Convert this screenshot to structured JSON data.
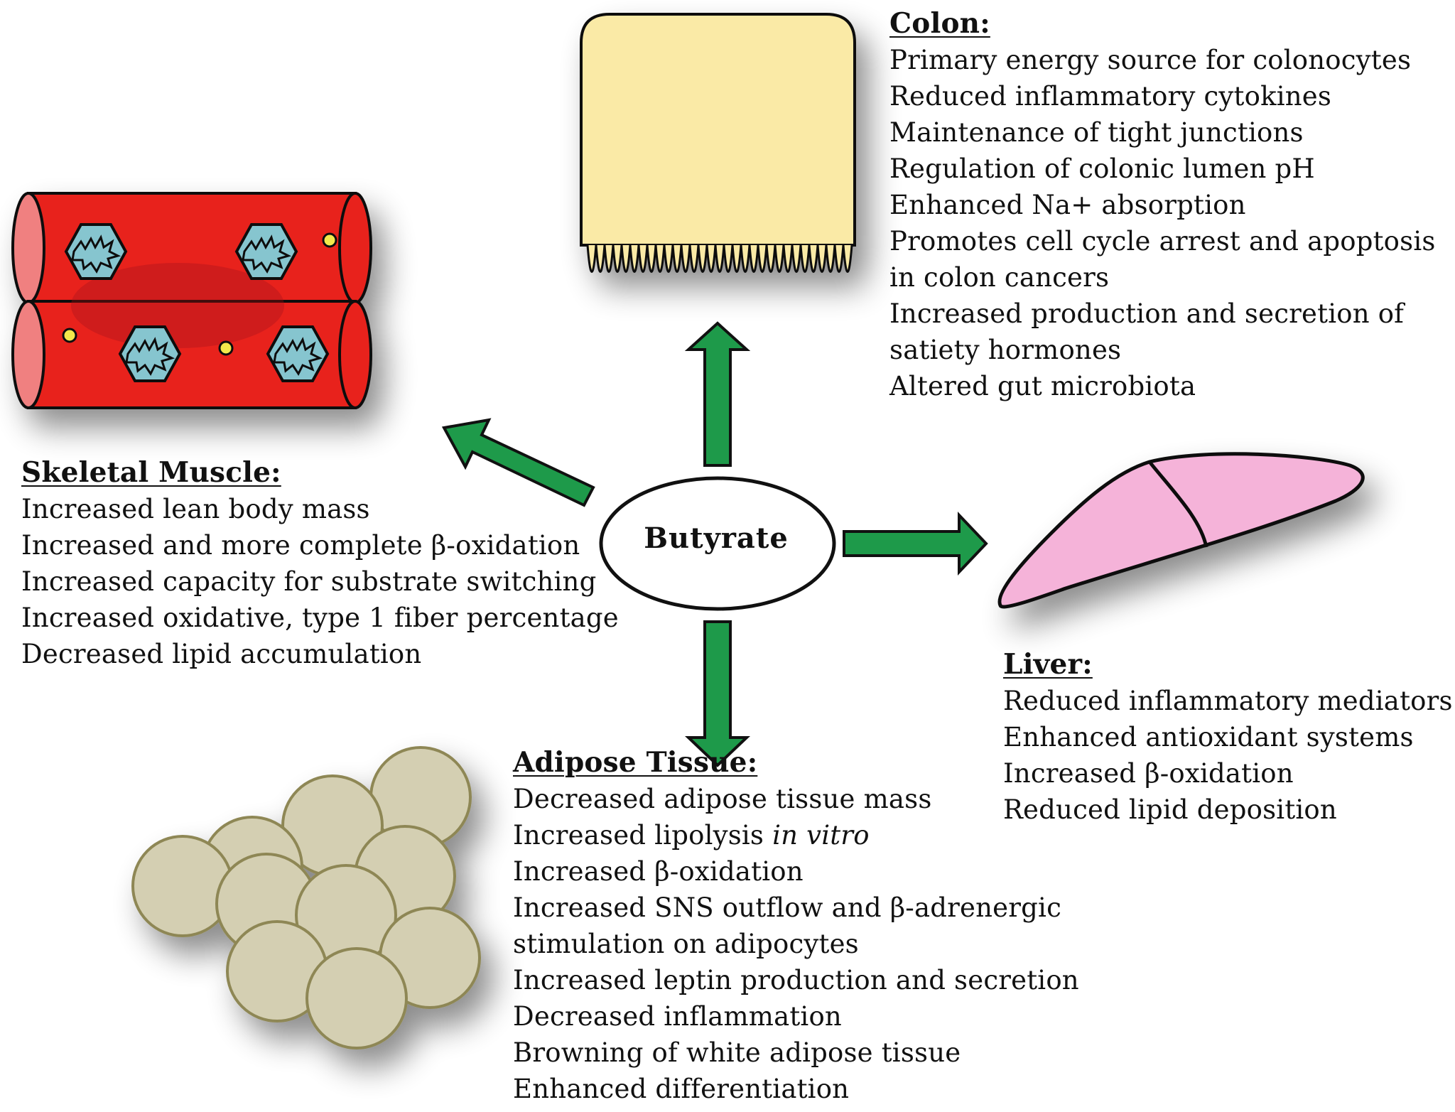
{
  "center": {
    "label": "Butyrate"
  },
  "colon": {
    "heading": "Colon:",
    "items": [
      "Primary energy source for colonocytes",
      "Reduced inflammatory cytokines",
      "Maintenance of tight junctions",
      "Regulation of colonic lumen pH",
      "Enhanced Na+ absorption",
      "Promotes cell cycle arrest and apoptosis",
      "in colon cancers",
      "Increased production and secretion of",
      "satiety hormones",
      "Altered gut microbiota"
    ]
  },
  "skeletal_muscle": {
    "heading": "Skeletal Muscle:",
    "items": [
      "Increased lean body mass",
      "Increased and more complete β-oxidation",
      "Increased capacity for substrate switching",
      "Increased oxidative, type 1 fiber percentage",
      "Decreased lipid accumulation"
    ]
  },
  "liver": {
    "heading": "Liver:",
    "items": [
      "Reduced inflammatory mediators",
      "Enhanced antioxidant systems",
      "Increased β-oxidation",
      "Reduced lipid deposition"
    ]
  },
  "adipose": {
    "heading": "Adipose Tissue:",
    "items": [
      "Decreased adipose tissue mass",
      "Increased lipolysis ",
      "in vitro",
      "Increased β-oxidation",
      "Increased SNS outflow and β-adrenergic",
      "stimulation on adipocytes",
      "Increased leptin production and secretion",
      "Decreased inflammation",
      "Browning of white adipose tissue",
      "Enhanced differentiation"
    ]
  },
  "colors": {
    "arrow": "#1e9a4a",
    "colon_fill": "#faeaa6",
    "muscle_fill": "#e8211f",
    "muscle_end": "#f08080",
    "nucleus_fill": "#86c5cf",
    "liver_fill": "#f5b3d9",
    "adipocyte_fill": "#d4cfb2",
    "adipocyte_stroke": "#8e8754"
  }
}
